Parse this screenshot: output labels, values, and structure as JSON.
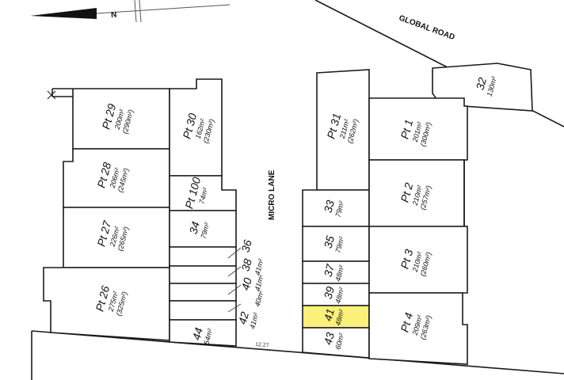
{
  "roads": {
    "global_road": "GLOBAL ROAD",
    "micro_lane": "MICRO LANE"
  },
  "boundary_dimension": "12.27",
  "north_arrow": {
    "icon": "north-arrow-icon",
    "label": "N"
  },
  "highlight_color": "#fbf07a",
  "lots": {
    "pt29": {
      "name": "Pt 29",
      "area1": "200m²",
      "area2": "(290m²)"
    },
    "pt28": {
      "name": "Pt 28",
      "area1": "206m²",
      "area2": "(245m²)"
    },
    "pt27": {
      "name": "Pt 27",
      "area1": "226m²",
      "area2": "(265m²)"
    },
    "pt26": {
      "name": "Pt 26",
      "area1": "275m²",
      "area2": "(325m²)"
    },
    "pt30": {
      "name": "Pt 30",
      "area1": "162m²",
      "area2": "(230m²)"
    },
    "pt100": {
      "name": "Pt 100",
      "area1": "74m²"
    },
    "l34": {
      "name": "34",
      "area1": "79m²"
    },
    "l36": {
      "name": "36",
      "area1": "41m²"
    },
    "l38": {
      "name": "38",
      "area1": "41m²"
    },
    "l40": {
      "name": "40",
      "area1": "40m²"
    },
    "l42": {
      "name": "42",
      "area1": "41m²"
    },
    "l44": {
      "name": "44",
      "area1": "54m²"
    },
    "pt31": {
      "name": "Pt 31",
      "area1": "211m²",
      "area2": "(262m²)"
    },
    "l33": {
      "name": "33",
      "area1": "79m²"
    },
    "l35": {
      "name": "35",
      "area1": "79m²"
    },
    "l37": {
      "name": "37",
      "area1": "48m²"
    },
    "l39": {
      "name": "39",
      "area1": "48m²"
    },
    "l41": {
      "name": "41",
      "area1": "48m²"
    },
    "l43": {
      "name": "43",
      "area1": "60m²"
    },
    "pt1": {
      "name": "Pt 1",
      "area1": "201m²",
      "area2": "(300m²)"
    },
    "pt2": {
      "name": "Pt 2",
      "area1": "210m²",
      "area2": "(257m²)"
    },
    "pt3": {
      "name": "Pt 3",
      "area1": "210m²",
      "area2": "(260m²)"
    },
    "pt4": {
      "name": "Pt 4",
      "area1": "209m²",
      "area2": "(263m²)"
    },
    "l32": {
      "name": "32",
      "area1": "130m²"
    }
  }
}
